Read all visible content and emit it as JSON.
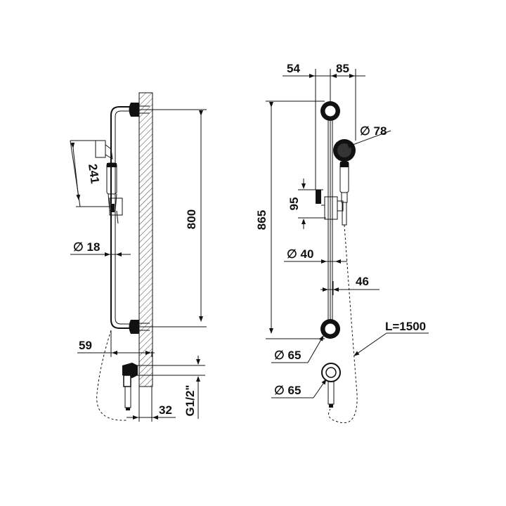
{
  "side_view": {
    "dim_hose_reach": "241",
    "dim_rail_diameter": "∅ 18",
    "dim_height": "800",
    "dim_wall_offset": "59",
    "dim_thread": "G1/2\"",
    "dim_outlet_depth": "32"
  },
  "front_view": {
    "dim_left_offset": "54",
    "dim_right_offset": "85",
    "dim_head_diameter": "∅ 78",
    "dim_slider_height": "95",
    "dim_total_height": "865",
    "dim_slider_diameter": "∅ 40",
    "dim_slider_width": "46",
    "dim_flange_diameter": "∅ 65",
    "dim_hose_length": "L=1500",
    "dim_outlet_diameter": "∅ 65"
  },
  "colors": {
    "line": "#111111",
    "background": "#ffffff"
  }
}
